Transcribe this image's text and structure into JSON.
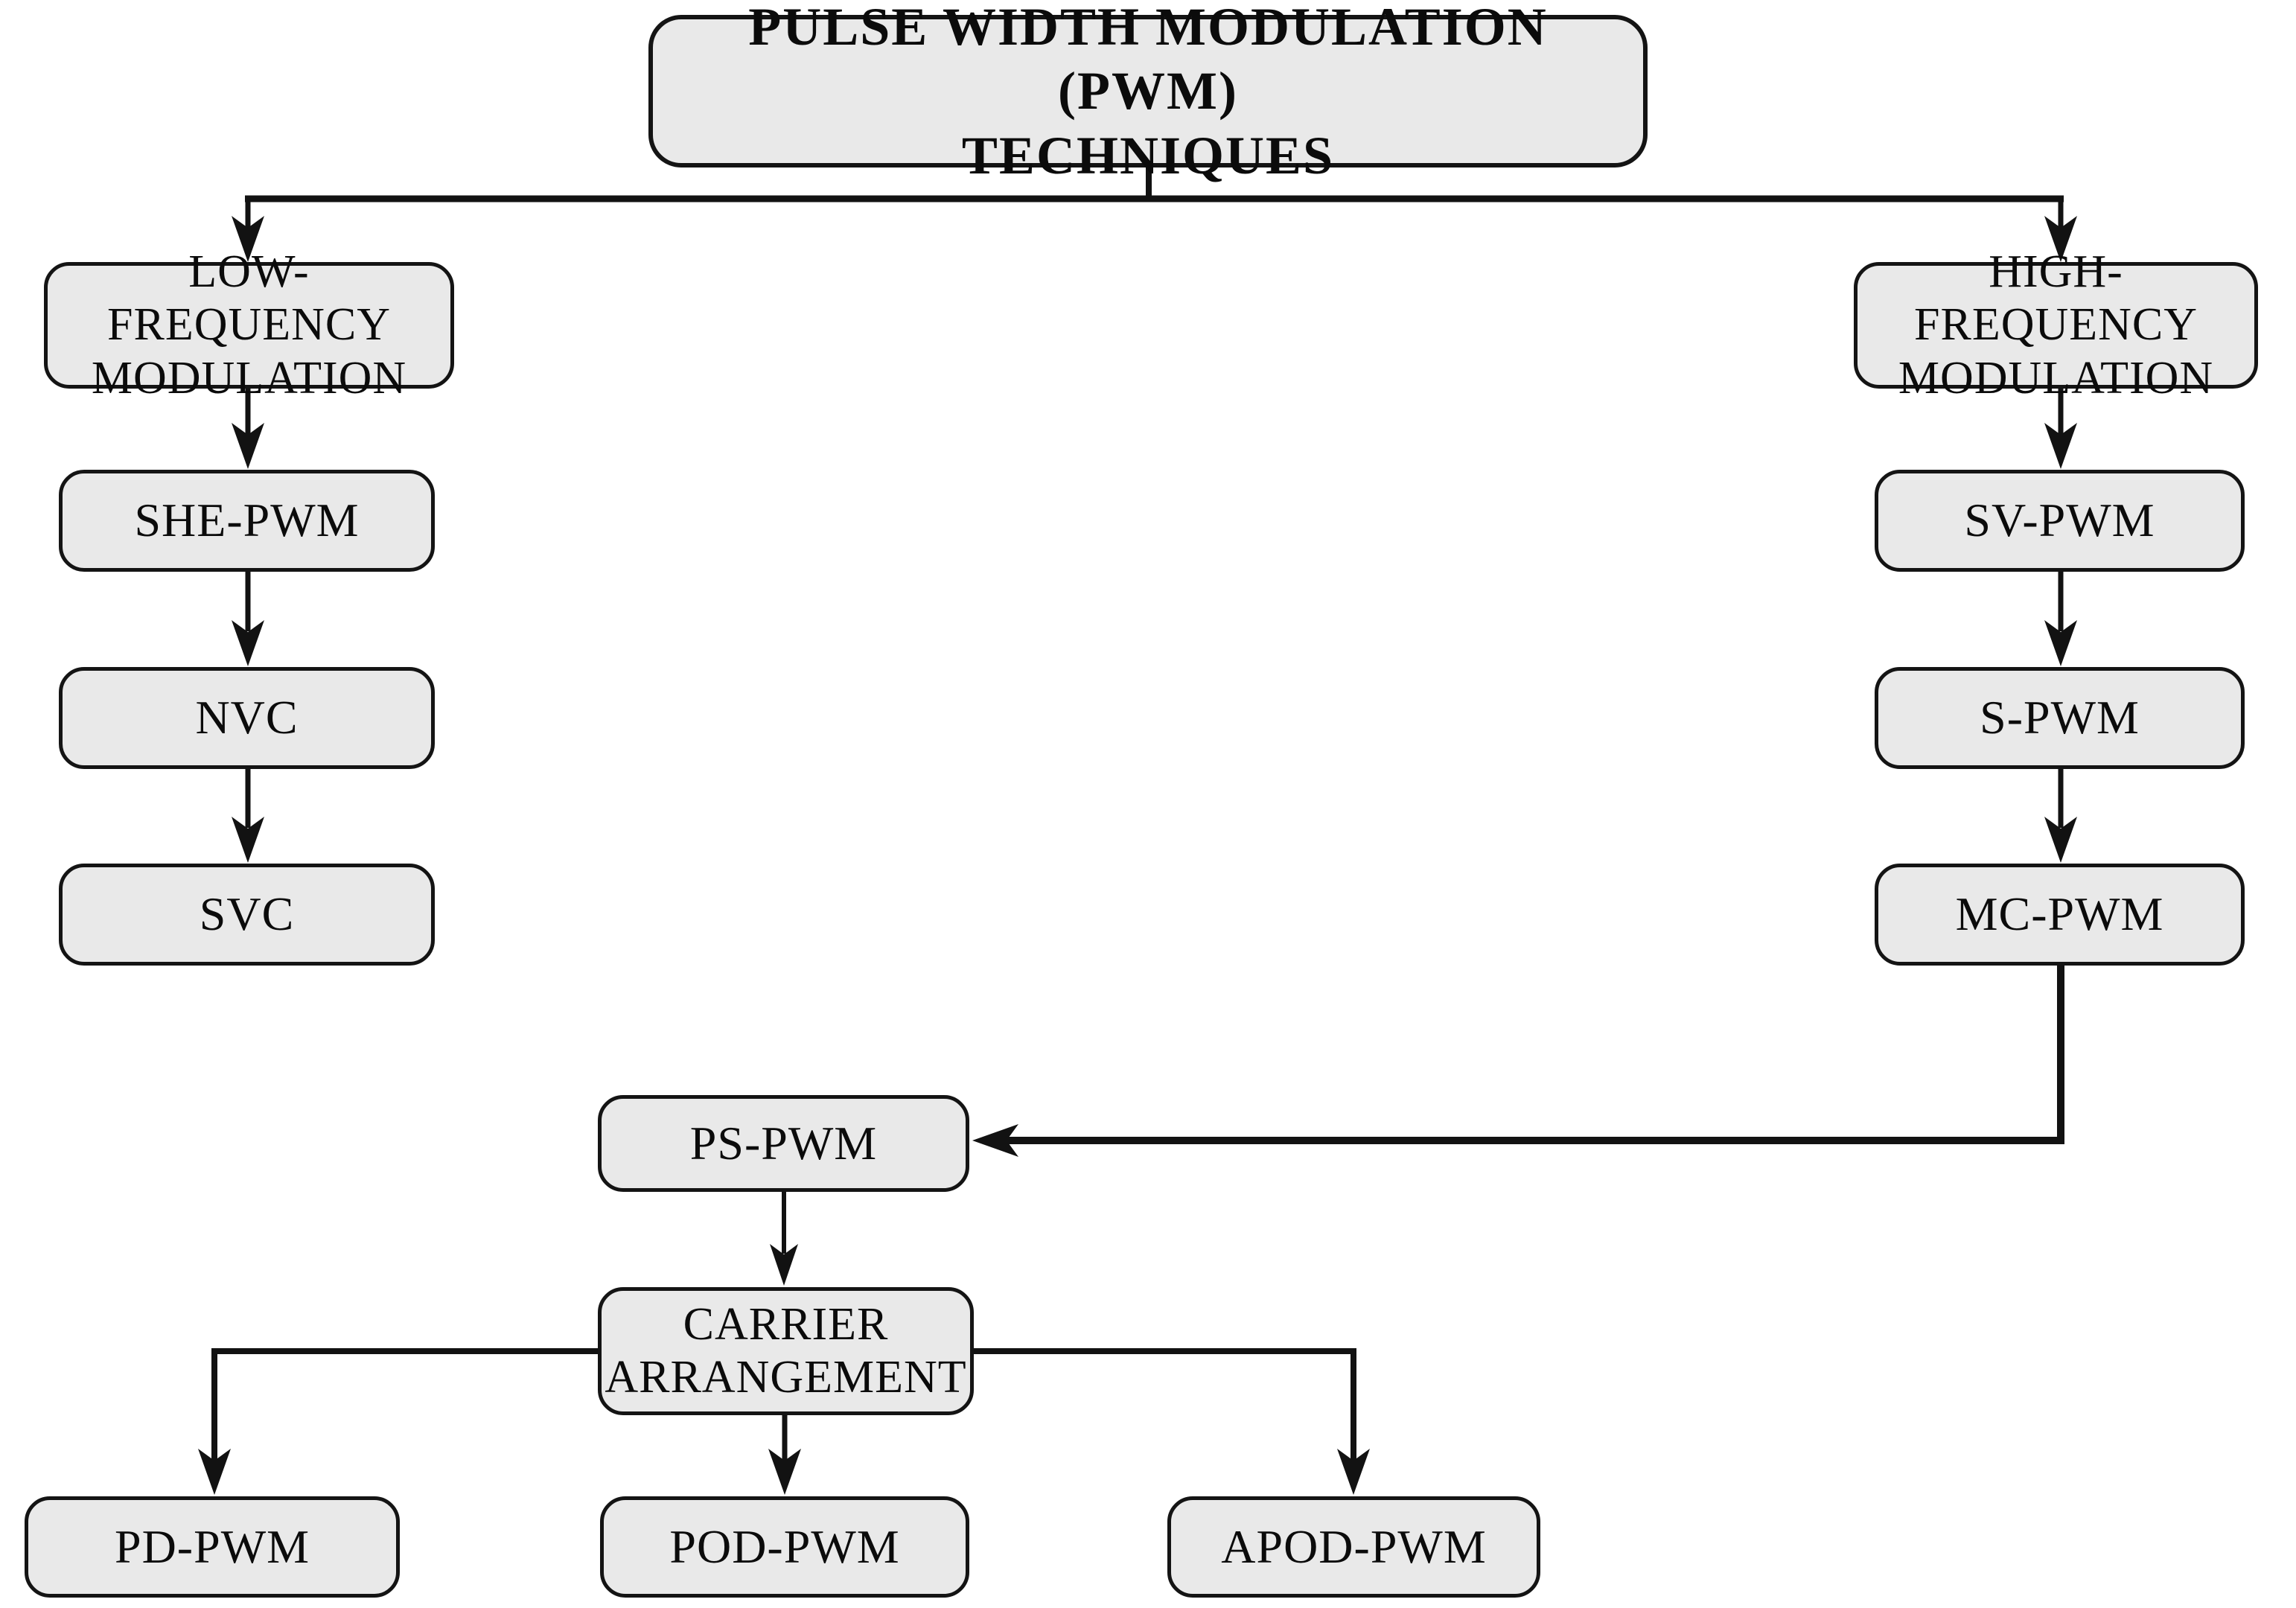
{
  "diagram": {
    "title": "PULSE WIDTH MODULATION (PWM)\nTECHNIQUES",
    "nodes": {
      "low_freq": {
        "label": "LOW-FREQUENCY\nMODULATION"
      },
      "she_pwm": {
        "label": "SHE-PWM"
      },
      "nvc": {
        "label": "NVC"
      },
      "svc": {
        "label": "SVC"
      },
      "high_freq": {
        "label": "HIGH-FREQUENCY\nMODULATION"
      },
      "sv_pwm": {
        "label": "SV-PWM"
      },
      "s_pwm": {
        "label": "S-PWM"
      },
      "mc_pwm": {
        "label": "MC-PWM"
      },
      "ps_pwm": {
        "label": "PS-PWM"
      },
      "carrier": {
        "label": "CARRIER\nARRANGEMENT"
      },
      "pd_pwm": {
        "label": "PD-PWM"
      },
      "pod_pwm": {
        "label": "POD-PWM"
      },
      "apod_pwm": {
        "label": "APOD-PWM"
      }
    },
    "edges": [
      {
        "from": "title",
        "to": "low_freq"
      },
      {
        "from": "title",
        "to": "high_freq"
      },
      {
        "from": "low_freq",
        "to": "she_pwm"
      },
      {
        "from": "she_pwm",
        "to": "nvc"
      },
      {
        "from": "nvc",
        "to": "svc"
      },
      {
        "from": "high_freq",
        "to": "sv_pwm"
      },
      {
        "from": "sv_pwm",
        "to": "s_pwm"
      },
      {
        "from": "s_pwm",
        "to": "mc_pwm"
      },
      {
        "from": "mc_pwm",
        "to": "ps_pwm"
      },
      {
        "from": "ps_pwm",
        "to": "carrier"
      },
      {
        "from": "carrier",
        "to": "pd_pwm"
      },
      {
        "from": "carrier",
        "to": "pod_pwm"
      },
      {
        "from": "carrier",
        "to": "apod_pwm"
      }
    ],
    "colors": {
      "background": "#ffffff",
      "node_fill": "#e9e9e9",
      "node_border": "#141414",
      "text": "#0b0b0b",
      "connector": "#121212"
    }
  }
}
